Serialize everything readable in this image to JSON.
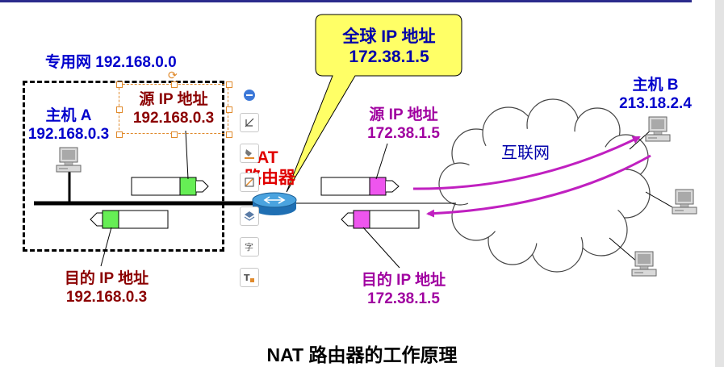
{
  "title": "NAT 路由器的工作原理",
  "private_net": {
    "label": "专用网 192.168.0.0"
  },
  "host_a": {
    "name": "主机 A",
    "ip": "192.168.0.3"
  },
  "host_b": {
    "name": "主机 B",
    "ip": "213.18.2.4"
  },
  "global_ip": {
    "label": "全球 IP 地址",
    "value": "172.38.1.5"
  },
  "nat_router": {
    "line1": "NAT",
    "line2": "路由器"
  },
  "internet": {
    "label": "互联网"
  },
  "src_inside": {
    "label": "源 IP 地址",
    "value": "192.168.0.3"
  },
  "dst_inside": {
    "label": "目的 IP 地址",
    "value": "192.168.0.3"
  },
  "src_outside": {
    "label": "源 IP 地址",
    "value": "172.38.1.5"
  },
  "dst_outside": {
    "label": "目的 IP 地址",
    "value": "172.38.1.5"
  },
  "colors": {
    "blue_text": "#0000cc",
    "dark_red_text": "#8b0000",
    "purple": "#c020c0",
    "inside_header": "#66ee55",
    "outside_header": "#ee55ee",
    "callout": "#ffff66"
  },
  "toolbar": {
    "items": [
      "collapse-icon",
      "crop-icon",
      "fill-icon",
      "outline-icon",
      "layers-icon",
      "text-icon",
      "text-format-icon"
    ]
  }
}
